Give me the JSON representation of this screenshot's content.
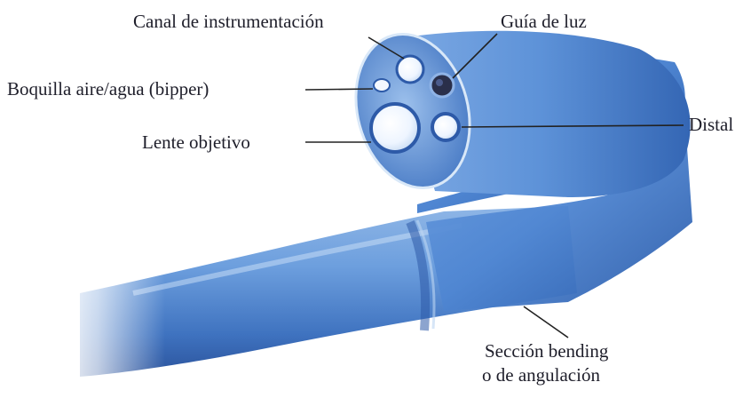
{
  "labels": {
    "canal": "Canal de instrumentación",
    "guia": "Guía de luz",
    "boquilla": "Boquilla aire/agua (bipper)",
    "lente": "Lente objetivo",
    "distal": "Distal",
    "seccion_line1": "Sección bending",
    "seccion_line2": "o de angulación"
  },
  "colors": {
    "tube_light": "#a9ccee",
    "tube_mid": "#5f94d6",
    "tube_dark": "#2d5aa8",
    "label_text": "#1e1e2a",
    "leader_line": "#222222"
  }
}
